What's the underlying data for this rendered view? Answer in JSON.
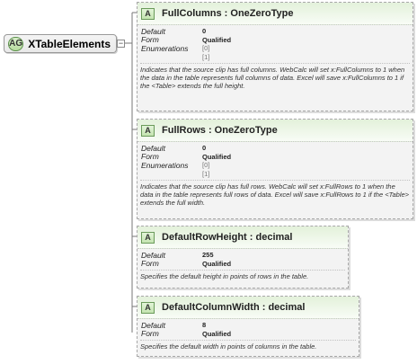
{
  "group": {
    "badge": "AG",
    "name": "XTableElements",
    "collapse_symbol": "−"
  },
  "attributes": [
    {
      "badge": "A",
      "title": "FullColumns : OneZeroType",
      "properties": [
        {
          "label": "Default",
          "value": "0"
        },
        {
          "label": "Form",
          "value": "Qualified"
        },
        {
          "label": "Enumerations",
          "value": "[0]",
          "enum": true
        },
        {
          "label": "",
          "value": "[1]",
          "enum": true
        }
      ],
      "description": "Indicates that the source clip has full columns. WebCalc will set x:FullColumns to 1 when the data in the table represents full columns of data. Excel will save x:FullColumns to 1 if the <Table> extends the full height."
    },
    {
      "badge": "A",
      "title": "FullRows : OneZeroType",
      "properties": [
        {
          "label": "Default",
          "value": "0"
        },
        {
          "label": "Form",
          "value": "Qualified"
        },
        {
          "label": "Enumerations",
          "value": "[0]",
          "enum": true
        },
        {
          "label": "",
          "value": "[1]",
          "enum": true
        }
      ],
      "description": "Indicates that the source clip has full rows. WebCalc will set x:FullRows to 1 when the data in the table represents full rows of data. Excel will save x:FullRows to 1 if the <Table> extends the full width."
    },
    {
      "badge": "A",
      "title": "DefaultRowHeight : decimal",
      "properties": [
        {
          "label": "Default",
          "value": "255"
        },
        {
          "label": "Form",
          "value": "Qualified"
        }
      ],
      "description": "Specifies the default height in points of rows in the table."
    },
    {
      "badge": "A",
      "title": "DefaultColumnWidth : decimal",
      "properties": [
        {
          "label": "Default",
          "value": "8"
        },
        {
          "label": "Form",
          "value": "Qualified"
        }
      ],
      "description": "Specifies the default width in points of columns in the table."
    }
  ]
}
